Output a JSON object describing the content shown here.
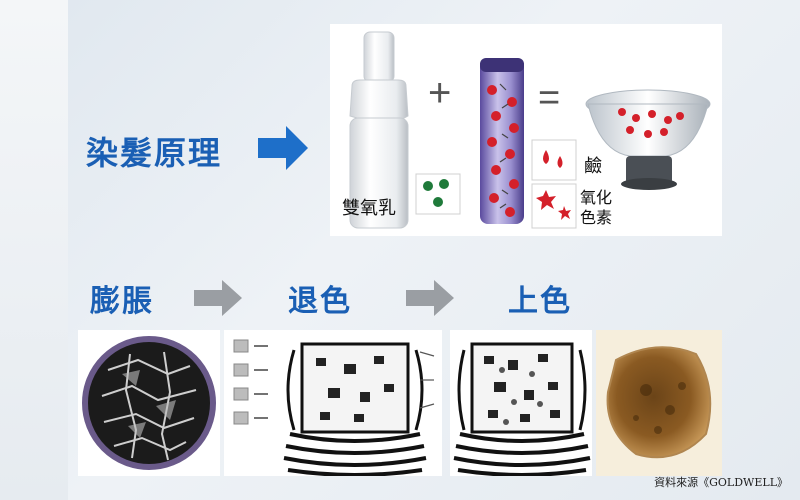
{
  "titles": {
    "principle": "染髮原理",
    "swell": "膨脹",
    "fade": "退色",
    "color": "上色"
  },
  "labels": {
    "developer": "雙氧乳",
    "alkali": "鹼",
    "oxidative_dye": "氧化色素"
  },
  "symbols": {
    "plus": "+",
    "equals": "="
  },
  "source": "資料來源《GOLDWELL》",
  "colors": {
    "title_blue": "#1a5fb4",
    "arrow_blue": "#1e6fc9",
    "arrow_gray": "#9a9ea3",
    "dye_red": "#d4202a",
    "oxygen_green": "#1f7a3a",
    "tube_purple": "#6a5bb0"
  }
}
